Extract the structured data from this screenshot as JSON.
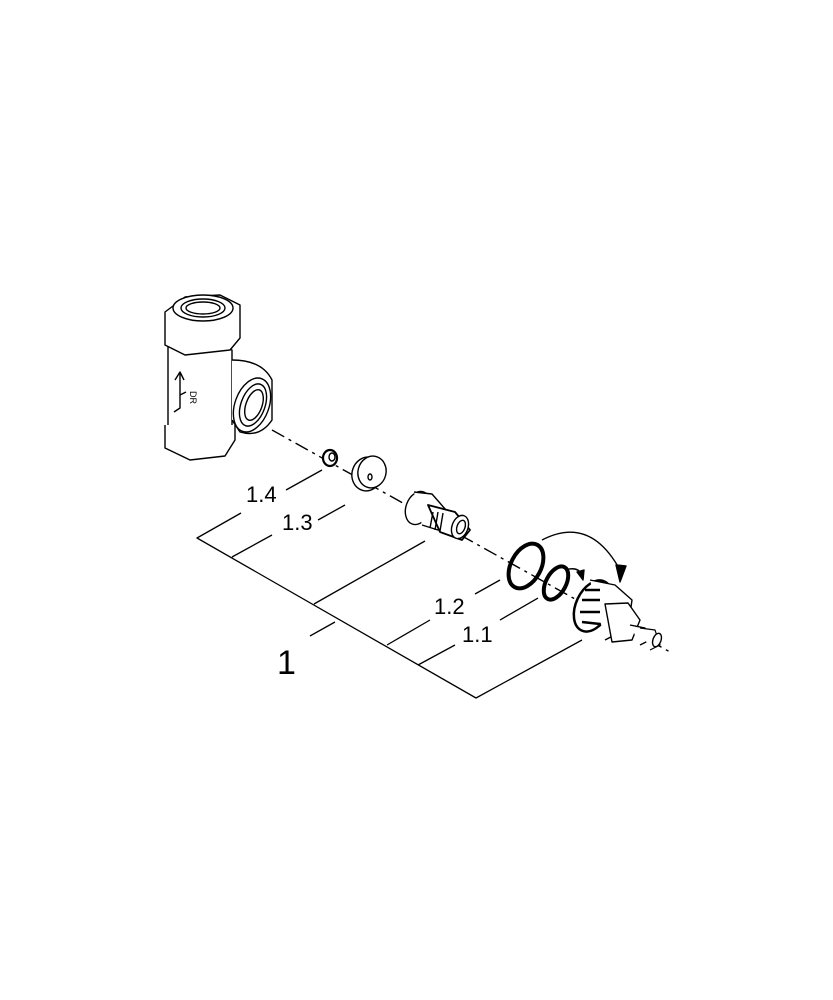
{
  "diagram": {
    "type": "exploded parts drawing",
    "line_color": "#000000",
    "background": "#ffffff",
    "labels": {
      "assembly": "1",
      "part_1_1": "1.1",
      "part_1_2": "1.2",
      "part_1_3": "1.3",
      "part_1_4": "1.4"
    },
    "parts": [
      "valve-body",
      "small-washer",
      "flat-disc-washer",
      "threaded-fitting",
      "o-ring-large",
      "o-ring-small",
      "cartridge-headpart"
    ],
    "icons": [
      "rotation-arrow-icon",
      "flow-direction-arrow-icon"
    ]
  }
}
